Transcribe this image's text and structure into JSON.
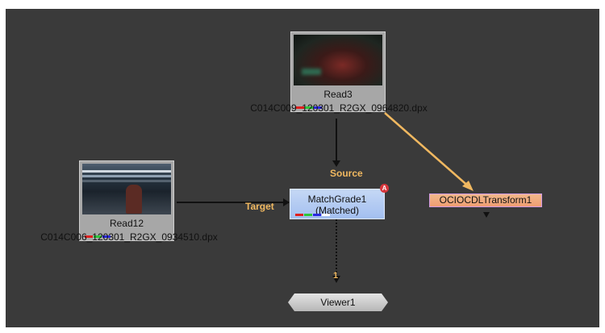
{
  "nodes": {
    "read3": {
      "title": "Read3",
      "filename": "C014C009_120301_R2GX_0964820.dpx"
    },
    "read12": {
      "title": "Read12",
      "filename": "C014C006_120301_R2GX_0934510.dpx"
    },
    "matchgrade": {
      "title": "MatchGrade1",
      "subtitle": "(Matched)",
      "badge": "A"
    },
    "ocio": {
      "title": "OCIOCDLTransform1"
    },
    "viewer": {
      "title": "Viewer1"
    }
  },
  "inputs": {
    "source": "Source",
    "target": "Target",
    "viewer_input": "1"
  },
  "colors": {
    "canvas": "#3a3a3a",
    "wire_selected": "#f0b860",
    "wire": "#111111",
    "channel_red": "#e0201e",
    "channel_green": "#2fc53a",
    "channel_blue": "#2a2ae0",
    "channel_white": "#ffffff"
  },
  "icons": {
    "channel_chips": "rgb-channel-indicators",
    "badge": "alert-badge"
  }
}
